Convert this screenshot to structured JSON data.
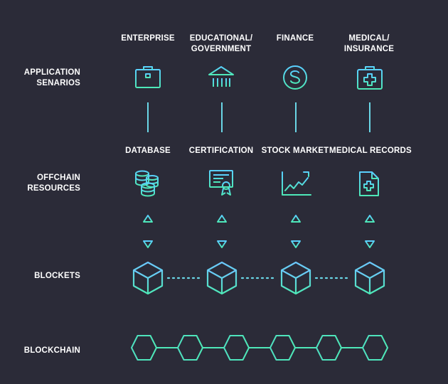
{
  "columns": {
    "enterprise": "ENTERPRISE",
    "educational": "EDUCATIONAL/\nGOVERNMENT",
    "finance": "FINANCE",
    "medical": "MEDICAL/\nINSURANCE"
  },
  "resources": {
    "database": "DATABASE",
    "certification": "CERTIFICATION",
    "stock": "STOCK MARKET",
    "records": "MEDICAL RECORDS"
  },
  "rows": {
    "application": "APPLICATION\nSENARIOS",
    "offchain": "OFFCHAIN\nRESOURCES",
    "blockets": "BLOCKETS",
    "blockchain": "BLOCKCHAIN"
  },
  "colors": {
    "background": "#2b2b38",
    "accent_blue": "#5ad0ff",
    "accent_green": "#4ee8b8",
    "line": "#6ad6e6"
  },
  "icons": {
    "enterprise": "briefcase-icon",
    "educational": "government-building-icon",
    "finance": "dollar-coin-icon",
    "medical": "medical-kit-icon",
    "database": "database-stack-icon",
    "certification": "certificate-icon",
    "stock": "stock-chart-icon",
    "records": "medical-record-icon"
  }
}
